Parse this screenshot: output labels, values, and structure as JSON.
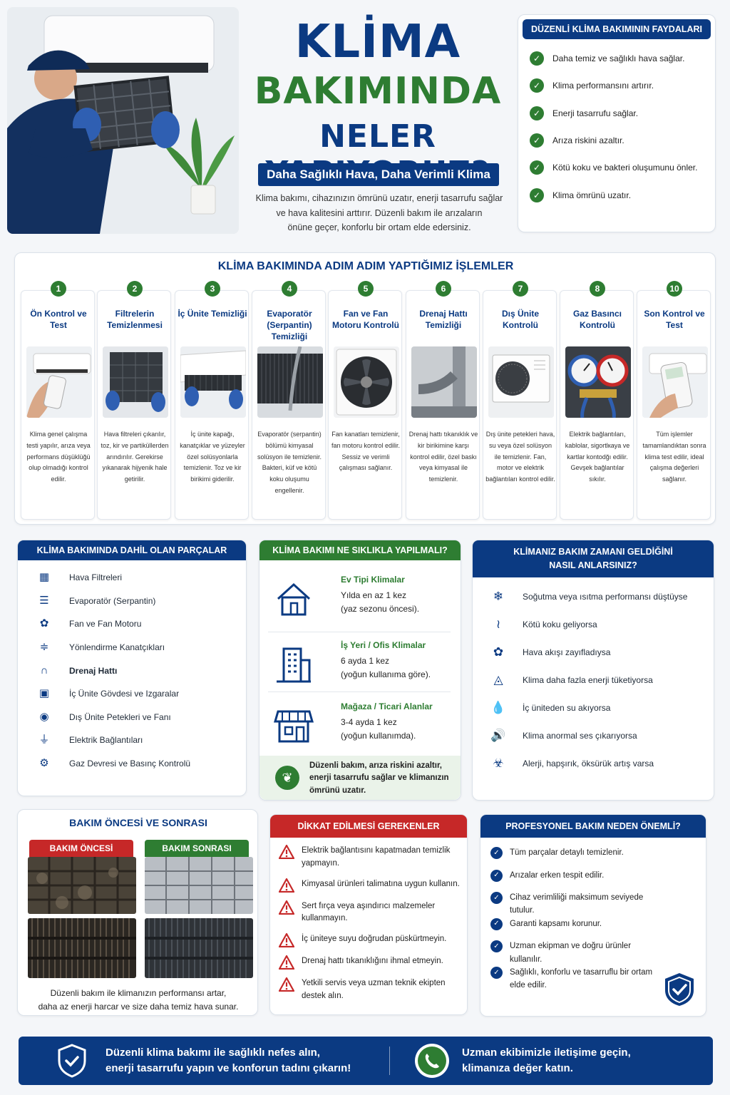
{
  "hero": {
    "title_line1": "KLİMA",
    "title_line2": "BAKIMINDA",
    "title_line3": "NELER YAPIYORUZ?",
    "subtitle": "Daha Sağlıklı Hava, Daha Verimli Klima",
    "intro_lines": [
      "Klima bakımı, cihazınızın ömrünü uzatır, enerji tasarrufu sağlar",
      "ve hava kalitesini arttırır. Düzenli bakım ile arızaların",
      "önüne geçer, konforlu bir ortam elde edersiniz."
    ]
  },
  "benefits": {
    "title": "DÜZENLİ KLİMA BAKIMININ FAYDALARI",
    "items": [
      "Daha temiz ve sağlıklı hava sağlar.",
      "Klima performansını artırır.",
      "Enerji tasarrufu sağlar.",
      "Arıza riskini azaltır.",
      "Kötü koku ve bakteri oluşumunu önler.",
      "Klima ömrünü uzatır."
    ]
  },
  "steps": {
    "title": "KLİMA BAKIMINDA ADIM ADIM YAPTIĞIMIZ İŞLEMLER",
    "items": [
      {
        "num": "1",
        "title": "Ön Kontrol ve Test",
        "desc": "Klima genel çalışma testi yapılır, arıza veya performans düşüklüğü olup olmadığı kontrol edilir.",
        "image": "remote-control-test"
      },
      {
        "num": "2",
        "title": "Filtrelerin Temizlenmesi",
        "desc": "Hava filtreleri çıkarılır, toz, kir ve partiküllerden arındırılır. Gerekirse yıkanarak hijyenik hale getirilir.",
        "image": "filter-cleaning"
      },
      {
        "num": "3",
        "title": "İç Ünite Temizliği",
        "desc": "İç ünite kapağı, kanatçıklar ve yüzeyler özel solüsyonlarla temizlenir. Toz ve kir birikimi giderilir.",
        "image": "indoor-unit-cleaning"
      },
      {
        "num": "4",
        "title": "Evaporatör (Serpantin) Temizliği",
        "desc": "Evaporatör (serpantin) bölümü kimyasal solüsyon ile temizlenir. Bakteri, küf ve kötü koku oluşumu engellenir.",
        "image": "coil-cleaning"
      },
      {
        "num": "5",
        "title": "Fan ve Fan Motoru Kontrolü",
        "desc": "Fan kanatları temizlenir, fan motoru kontrol edilir. Sessiz ve verimli çalışması sağlanır.",
        "image": "fan-motor"
      },
      {
        "num": "6",
        "title": "Drenaj Hattı Temizliği",
        "desc": "Drenaj hattı tıkanıklık ve kir birikimine karşı kontrol edilir, özel baskı veya kimyasal ile temizlenir.",
        "image": "drain-pipe"
      },
      {
        "num": "7",
        "title": "Dış Ünite Kontrolü",
        "desc": "Dış ünite petekleri hava, su veya özel solüsyon ile temizlenir. Fan, motor ve elektrik bağlantıları kontrol edilir.",
        "image": "outdoor-unit"
      },
      {
        "num": "8",
        "title": "Gaz Basıncı Kontrolü",
        "desc": "Elektrik bağlantıları, kablolar, sigortlкaya ve kartlar kontodğı edilir. Gevşek bağlantılar sıkılır.",
        "image": "pressure-gauges"
      },
      {
        "num": "10",
        "title": "Son Kontrol ve Test",
        "desc": "Tüm işlemler tamamlandıktan sonra klima test edilir, ideal çalışma değerleri sağlanır.",
        "image": "final-test"
      }
    ]
  },
  "parts": {
    "title": "KLİMA BAKIMINDA DAHİL OLAN PARÇALAR",
    "items": [
      {
        "label": "Hava Filtreleri",
        "icon": "filter-grid-icon",
        "glyph": "▦"
      },
      {
        "label": "Evaporatör (Serpantin)",
        "icon": "coil-icon",
        "glyph": "☰"
      },
      {
        "label": "Fan ve Fan Motoru",
        "icon": "fan-icon",
        "glyph": "✿"
      },
      {
        "label": "Yönlendirme Kanatçıkları",
        "icon": "louver-icon",
        "glyph": "≑"
      },
      {
        "label": "Drenaj Hattı",
        "icon": "drain-pipe-icon",
        "glyph": "∩"
      },
      {
        "label": "İç Ünite Gövdesi ve Izgaralar",
        "icon": "indoor-body-icon",
        "glyph": "▣"
      },
      {
        "label": "Dış Ünite Petekleri ve Fanı",
        "icon": "outdoor-fan-icon",
        "glyph": "◉"
      },
      {
        "label": "Elektrik Bağlantıları",
        "icon": "plug-icon",
        "glyph": "⏚"
      },
      {
        "label": "Gaz Devresi ve Basınç Kontrolü",
        "icon": "gas-circuit-icon",
        "glyph": "⚙"
      }
    ]
  },
  "frequency": {
    "title": "KLİMA BAKIMI NE SIKLIKLA YAPILMALI?",
    "items": [
      {
        "title": "Ev Tipi Klimalar",
        "line1": "Yılda en az 1 kez",
        "line2": "(yaz sezonu öncesi).",
        "icon": "house-icon"
      },
      {
        "title": "İş Yeri / Ofis Klimalar",
        "line1": "6 ayda 1 kez",
        "line2": "(yoğun kullanıma göre).",
        "icon": "office-building-icon"
      },
      {
        "title": "Mağaza / Ticari Alanlar",
        "line1": "3-4 ayda 1 kez",
        "line2": "(yoğun kullanımda).",
        "icon": "store-icon"
      }
    ],
    "note": "Düzenli bakım, arıza riskini azaltır, enerji tasarrufu sağlar ve klimanızın ömrünü uzatır."
  },
  "signs": {
    "title_line1": "KLİMANIZ BAKIM ZAMANI GELDİĞİNİ",
    "title_line2": "NASIL ANLARSINIZ?",
    "items": [
      {
        "label": "Soğutma veya ısıtma performansı düştüyse",
        "icon": "snowflake-icon",
        "glyph": "❄"
      },
      {
        "label": "Kötü koku geliyorsa",
        "icon": "odor-icon",
        "glyph": "≀"
      },
      {
        "label": "Hava akışı zayıfladıysa",
        "icon": "airflow-fan-icon",
        "glyph": "✿"
      },
      {
        "label": "Klima daha fazla enerji tüketiyorsa",
        "icon": "energy-drop-icon",
        "glyph": "◬"
      },
      {
        "label": "İç üniteden su akıyorsa",
        "icon": "water-drop-icon",
        "glyph": "💧"
      },
      {
        "label": "Klima anormal ses çıkarıyorsa",
        "icon": "speaker-icon",
        "glyph": "🔊"
      },
      {
        "label": "Alerji, hapşırık, öksürük artış varsa",
        "icon": "allergy-icon",
        "glyph": "☣"
      }
    ]
  },
  "before_after": {
    "title": "BAKIM ÖNCESİ VE SONRASI",
    "before_label": "BAKIM ÖNCESİ",
    "after_label": "BAKIM SONRASI",
    "caption_line1": "Düzenli bakım ile klimanızın performansı artar,",
    "caption_line2": "daha az enerji harcar ve size daha temiz hava sunar."
  },
  "caution": {
    "title": "DİKKAT EDİLMESİ GEREKENLER",
    "items": [
      "Elektrik bağlantısını kapatmadan temizlik yapmayın.",
      "Kimyasal ürünleri talimatına uygun kullanın.",
      "Sert fırça veya aşındırıcı malzemeler kullanmayın.",
      "İç üniteye suyu doğrudan püskürtmeyin.",
      "Drenaj hattı tıkanıklığını ihmal etmeyin.",
      "Yetkili servis veya uzman teknik ekipten destek alın."
    ]
  },
  "pro": {
    "title": "PROFESYONEL BAKIM NEDEN ÖNEMLİ?",
    "items": [
      "Tüm parçalar detaylı temizlenir.",
      "Arızalar erken tespit edilir.",
      "Cihaz verimliliği maksimum seviyede tutulur.",
      "Garanti kapsamı korunur.",
      "Uzman ekipman ve doğru ürünler kullanılır.",
      "Sağlıklı, konforlu ve tasarruflu bir ortam elde edilir."
    ]
  },
  "footer": {
    "left_line1": "Düzenli klima bakımı ile sağlıklı nefes alın,",
    "left_line2": "enerji tasarrufu yapın ve konforun tadını çıkarın!",
    "right_line1": "Uzman ekibimizle iletişime geçin,",
    "right_line2": "klimanıza değer katın."
  },
  "colors": {
    "navy": "#0b3a82",
    "green": "#2e7d32",
    "red": "#c62828"
  }
}
